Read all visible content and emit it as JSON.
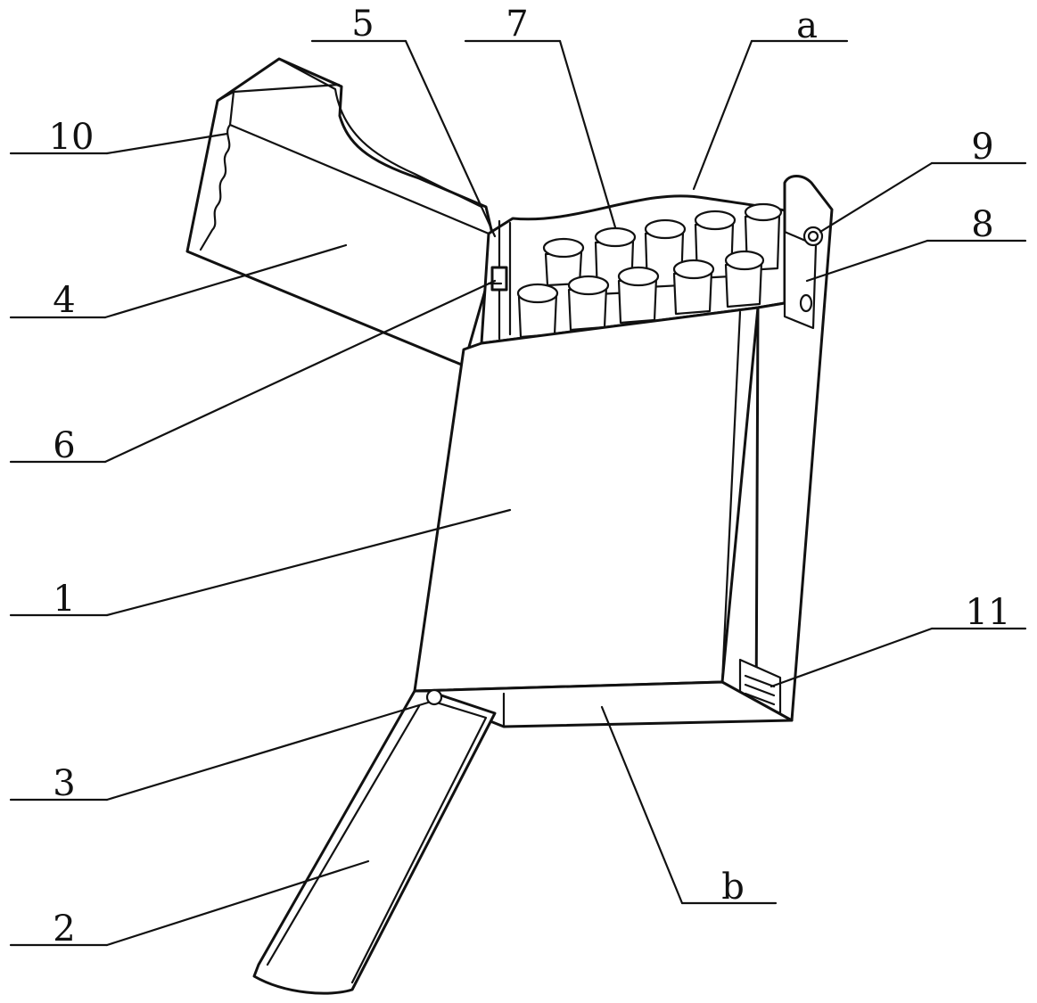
{
  "labels": {
    "l1": "1",
    "l2": "2",
    "l3": "3",
    "l4": "4",
    "l5": "5",
    "l6": "6",
    "l7": "7",
    "l8": "8",
    "l9": "9",
    "l10": "10",
    "l11": "11",
    "la": "a",
    "lb": "b"
  }
}
